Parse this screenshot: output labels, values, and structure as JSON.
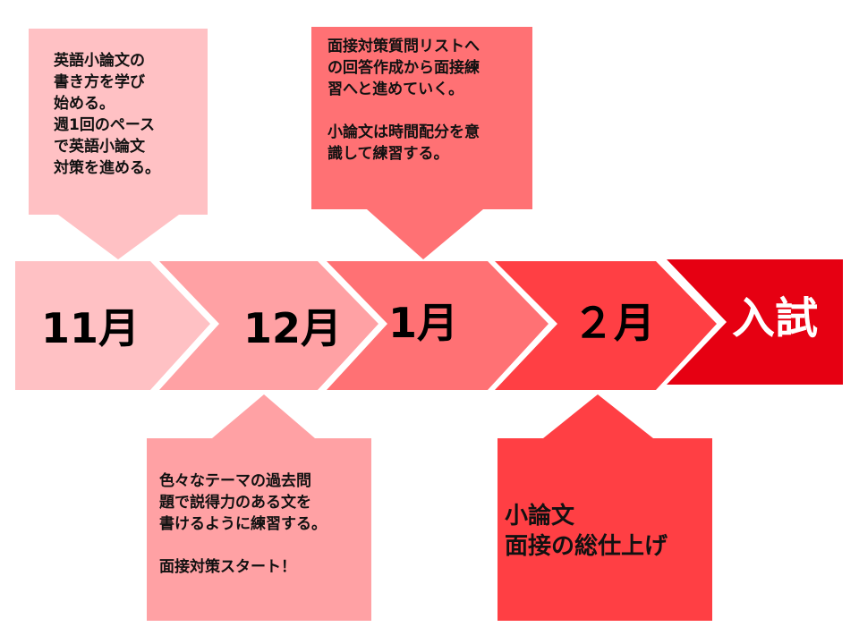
{
  "colors": {
    "stage1": "#ffc1c4",
    "stage2": "#ffa1a4",
    "stage3": "#ff7174",
    "stage4": "#ff3f44",
    "stage5": "#e60012",
    "text": "#000000",
    "exam_text": "#ffffff"
  },
  "timeline": {
    "stage1": "11月",
    "stage2": "12月",
    "stage3": "1月",
    "stage4": "２月",
    "stage5": "入試"
  },
  "callouts": {
    "nov": "英語小論文の\n書き方を学び\n始める。\n週1回のペース\nで英語小論文\n対策を進める。",
    "dec": "色々なテーマの過去問\n題で説得力のある文を\n書けるように練習する。\n\n面接対策スタート！",
    "jan": "面接対策質問リストへ\nの回答作成から面接練\n習へと進めていく。\n\n小論文は時間配分を意\n識して練習する。",
    "feb": "小論文\n面接の総仕上げ"
  }
}
